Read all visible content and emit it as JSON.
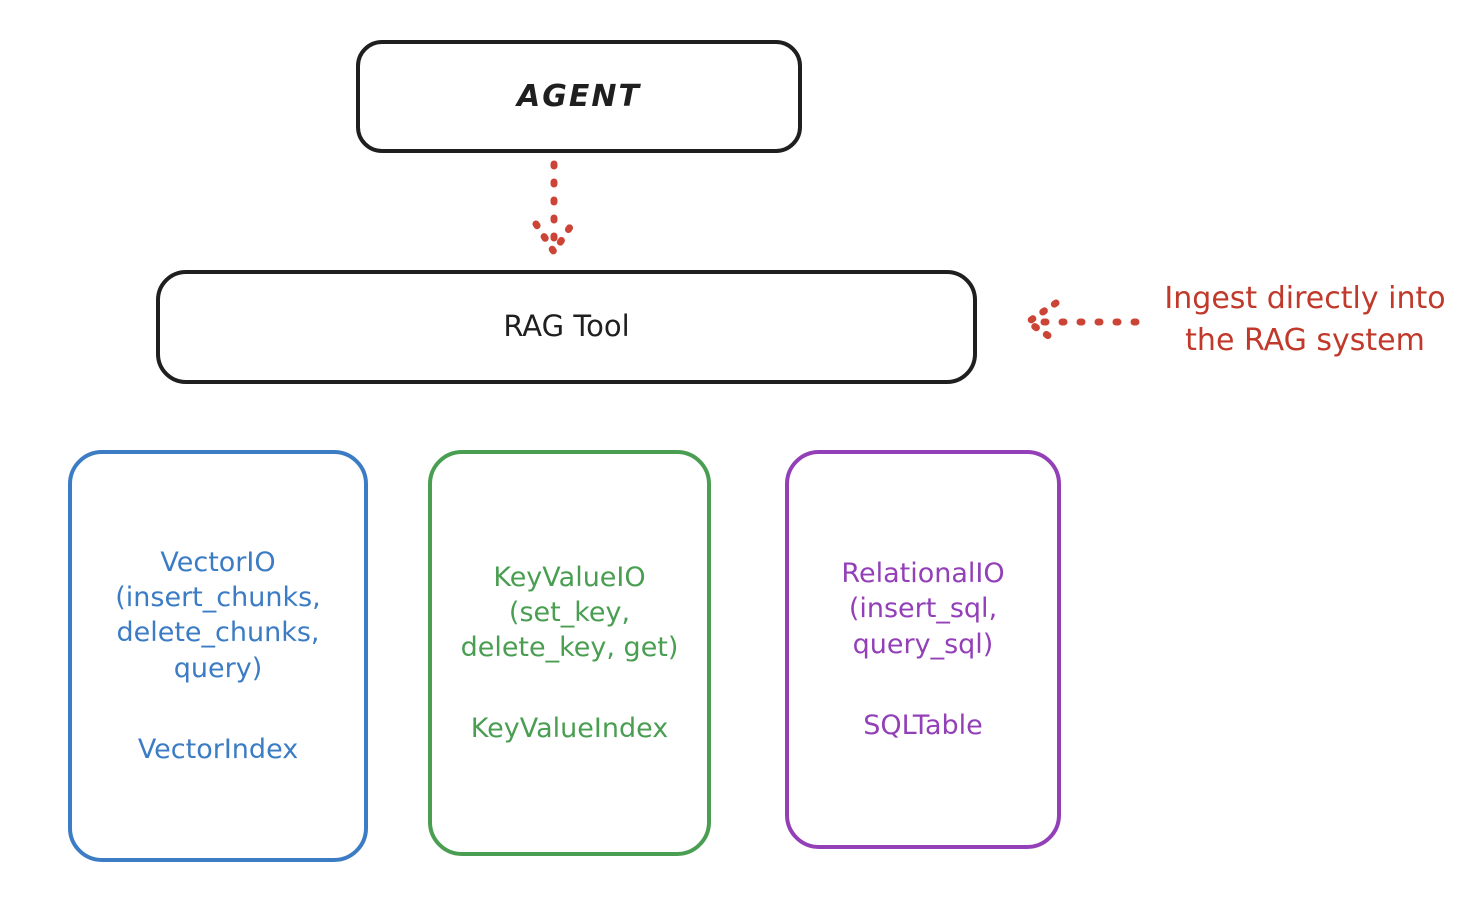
{
  "diagram": {
    "title_node": {
      "label": "AGENT"
    },
    "tool_node": {
      "label": "RAG Tool"
    },
    "annotation": {
      "text": "Ingest directly into\nthe RAG system",
      "color": "#c0392b"
    },
    "arrows": [
      {
        "name": "agent-to-rag-tool",
        "style": "dotted",
        "direction": "down",
        "color": "#cc4436"
      },
      {
        "name": "ingest-into-rag",
        "style": "dotted",
        "direction": "left",
        "color": "#cc4436"
      }
    ],
    "providers": [
      {
        "name": "vector-io",
        "api": "VectorIO\n(insert_chunks,\ndelete_chunks,\nquery)",
        "index": "VectorIndex",
        "color": "#3b7cc4"
      },
      {
        "name": "key-value-io",
        "api": "KeyValueIO\n(set_key,\ndelete_key, get)",
        "index": "KeyValueIndex",
        "color": "#4a9e52"
      },
      {
        "name": "relational-io",
        "api": "RelationalIO\n(insert_sql,\nquery_sql)",
        "index": "SQLTable",
        "color": "#9340b8"
      }
    ]
  }
}
